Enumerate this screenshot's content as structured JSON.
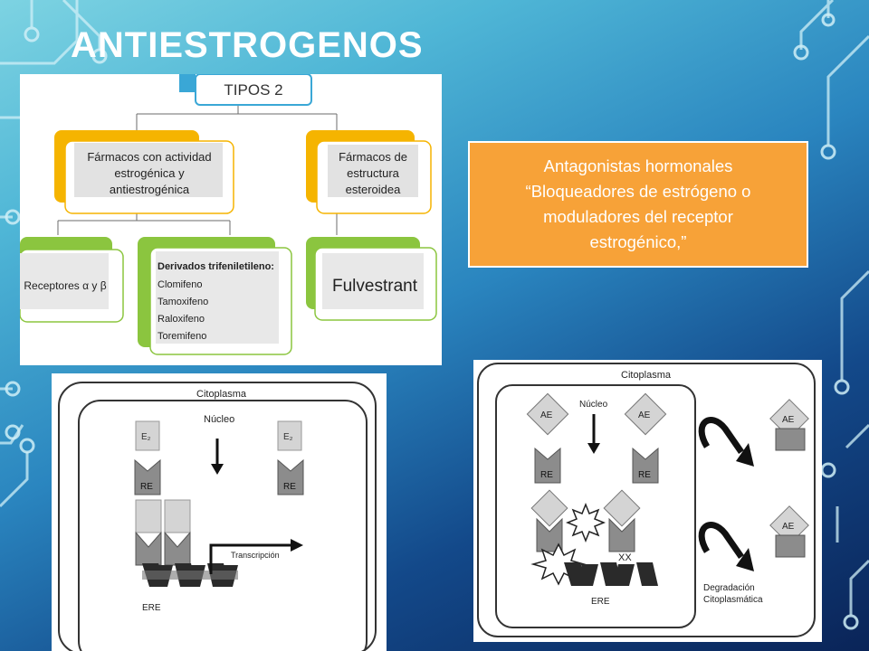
{
  "slide": {
    "title": "ANTIESTROGENOS",
    "callout": {
      "lines": [
        "Antagonistas hormonales",
        "“Bloqueadores de estrógeno o",
        "moduladores del receptor",
        "estrogénico,”"
      ]
    }
  },
  "tipos_chart": {
    "root": "TIPOS 2",
    "branch_left": [
      "Fármacos con actividad",
      "estrogénica y",
      "antiestrogénica"
    ],
    "branch_right": [
      "Fármacos de",
      "estructura",
      "esteroidea"
    ],
    "leaf_receptores": "Receptores α y β",
    "leaf_derivados_heading": "Derivados trifeniletileno:",
    "leaf_derivados_items": [
      "Clomifeno",
      "Tamoxifeno",
      "Raloxifeno",
      "Toremifeno"
    ],
    "leaf_fulvestrant": "Fulvestrant"
  },
  "left_mechanism": {
    "cytoplasm_label": "Citoplasma",
    "nucleus_label": "Núcleo",
    "hormone_label": "E₂",
    "receptor_label": "RE",
    "transcription_label": "Transcripción",
    "ere_label": "ERE"
  },
  "right_mechanism": {
    "cytoplasm_label": "Citoplasma",
    "nucleus_label": "Núcleo",
    "antiestrogen_label": "AE",
    "receptor_label": "RE",
    "block_label": "XX",
    "ere_label": "ERE",
    "degradation_label": [
      "Degradación",
      "Citoplasmática"
    ]
  }
}
